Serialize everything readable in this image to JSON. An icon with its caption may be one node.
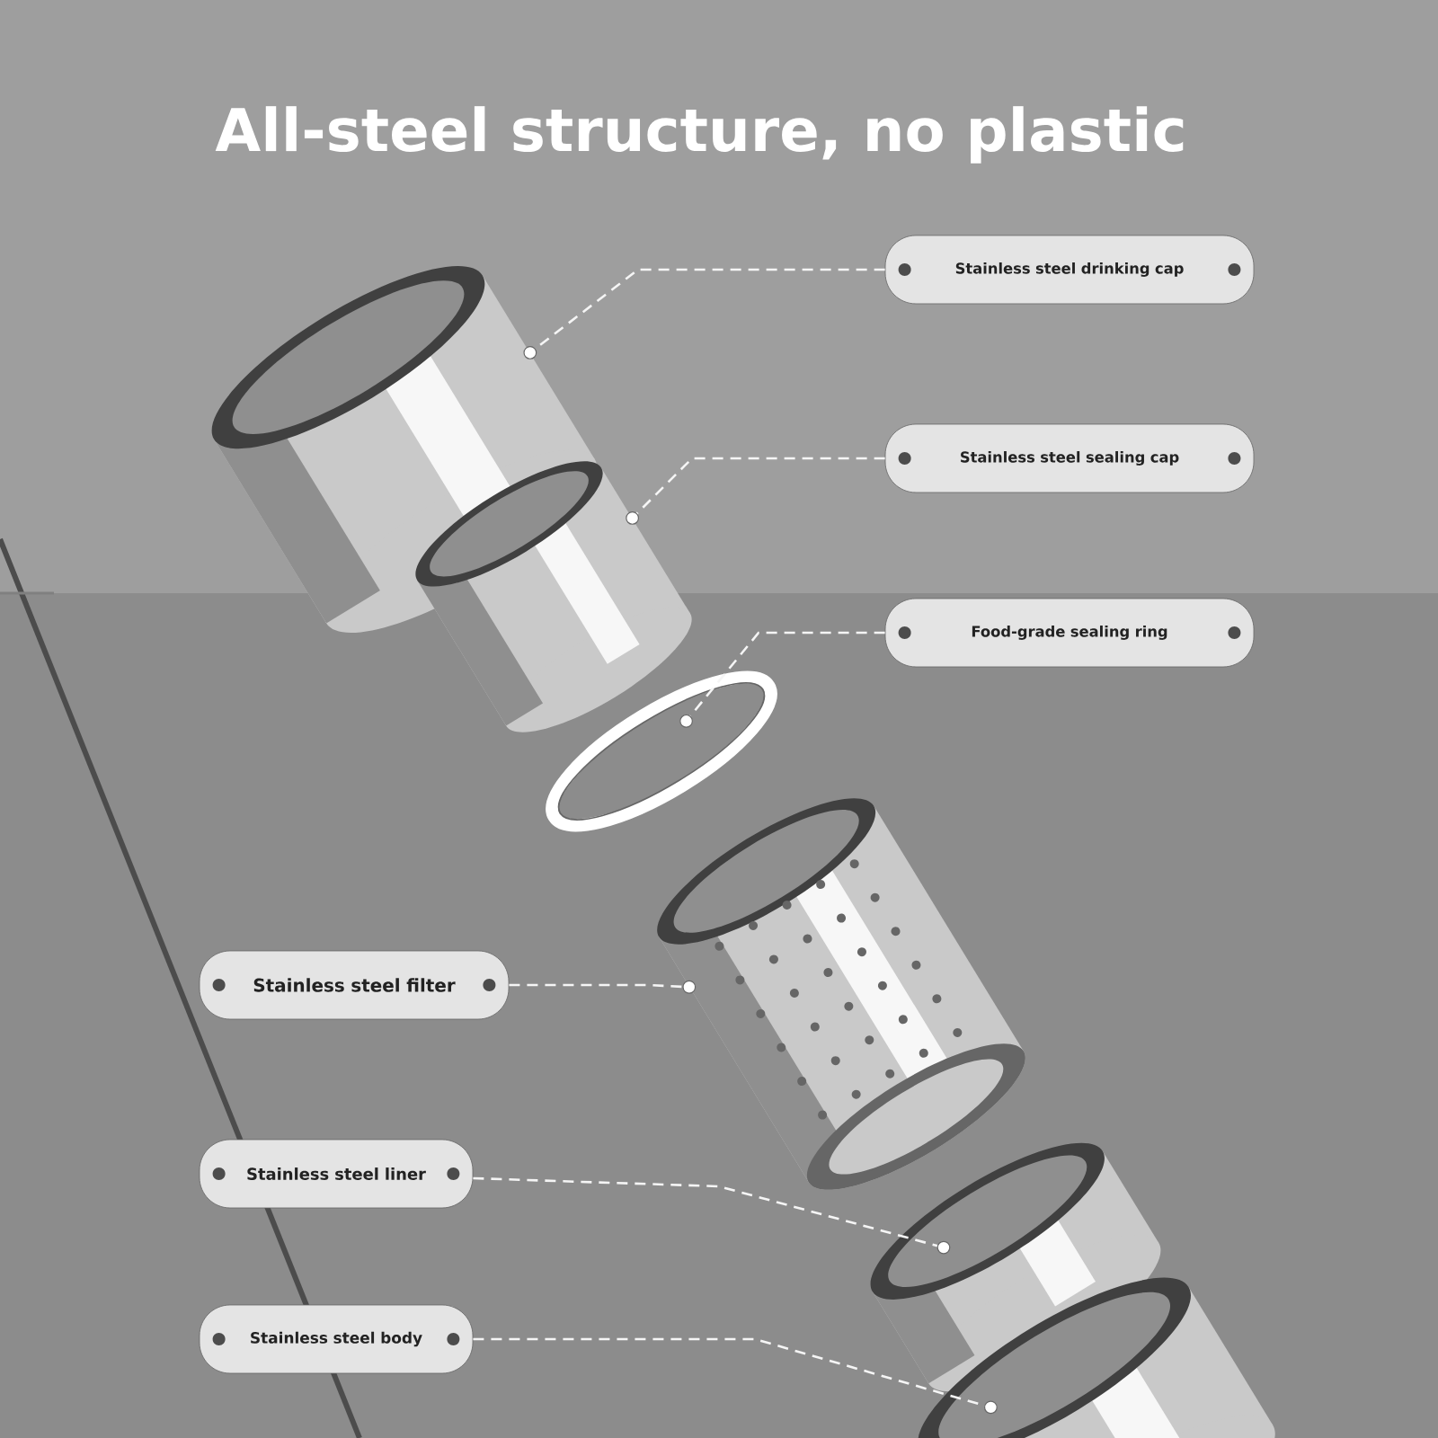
{
  "diagram": {
    "title": "All-steel structure, no plastic",
    "nodes": [
      {
        "text": [
          "Stainless steel drinking cap"
        ]
      },
      {
        "text": [
          "Stainless steel sealing cap"
        ]
      },
      {
        "text": [
          "Food-grade sealing ring"
        ]
      },
      {
        "text": [
          "Stainless steel filter"
        ]
      },
      {
        "text": [
          "Stainless steel liner"
        ]
      },
      {
        "text": [
          "Stainless steel body"
        ]
      },
      {
        "text": [],
        "shape": "picture"
      },
      {
        "text": [],
        "shape": "picture"
      },
      {
        "text": [],
        "shape": "picture"
      },
      {
        "text": [],
        "shape": "picture"
      },
      {
        "text": [],
        "shape": "picture"
      },
      {
        "text": [],
        "shape": "picture"
      }
    ],
    "edges": [
      {
        "from": 0,
        "to": 6,
        "arrow": "other",
        "style": "dashed"
      },
      {
        "from": 1,
        "to": 7,
        "arrow": "other",
        "style": "dashed"
      },
      {
        "from": 2,
        "to": 8,
        "arrow": "other",
        "style": "dashed"
      },
      {
        "from": 3,
        "to": 9,
        "arrow": "other",
        "style": "dashed"
      },
      {
        "from": 4,
        "to": 10,
        "arrow": "other",
        "style": "dashed"
      },
      {
        "from": 5,
        "to": 11,
        "arrow": "other",
        "style": "dashed"
      }
    ]
  }
}
